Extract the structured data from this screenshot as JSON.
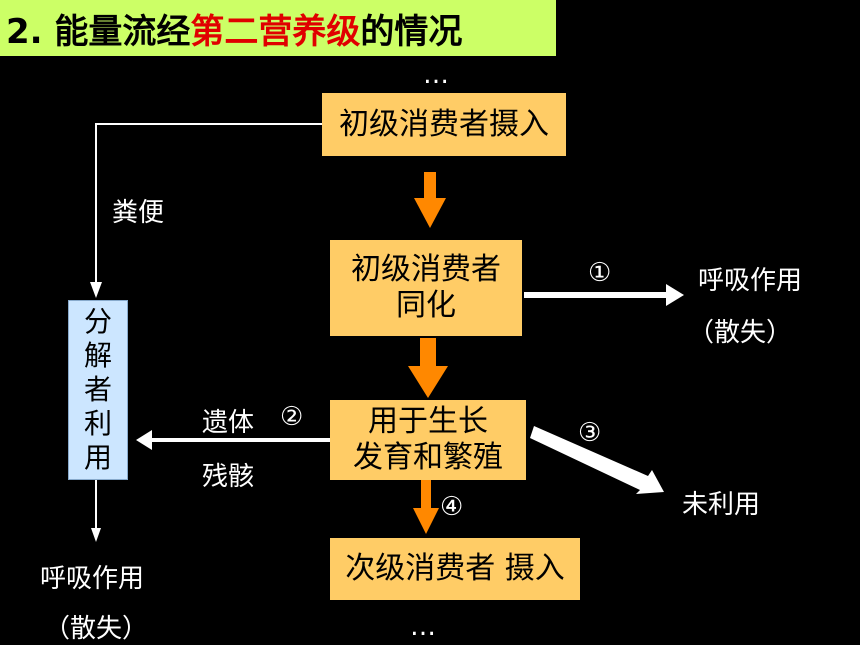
{
  "title": {
    "prefix": "2.  能量流经",
    "highlight": "第二营养级",
    "suffix": "的情况"
  },
  "top_dots": "…",
  "bottom_dots": "…",
  "boxes": {
    "intake": "初级消费者摄入",
    "assimilation_line1": "初级消费者",
    "assimilation_line2": "同化",
    "growth_line1": "用于生长",
    "growth_line2": "发育和繁殖",
    "next_intake": "次级消费者 摄入",
    "decomposer_chars": [
      "分",
      "解",
      "者",
      "利",
      "用"
    ]
  },
  "labels": {
    "feces": "粪便",
    "respiration_right": "呼吸作用",
    "dissipation_right": "（散失）",
    "remains_line1": "遗体",
    "remains_line2": "残骸",
    "unused": "未利用",
    "respiration_left": "呼吸作用",
    "dissipation_left": "（散失）",
    "circle1": "①",
    "circle2": "②",
    "circle3": "③",
    "circle4": "④"
  },
  "colors": {
    "title_bg": "#ccff66",
    "title_highlight": "#e00000",
    "box_fill": "#ffcc66",
    "decomposer_fill": "#cce6ff",
    "orange_arrow": "#ff8800",
    "white_arrow": "#ffffff"
  }
}
